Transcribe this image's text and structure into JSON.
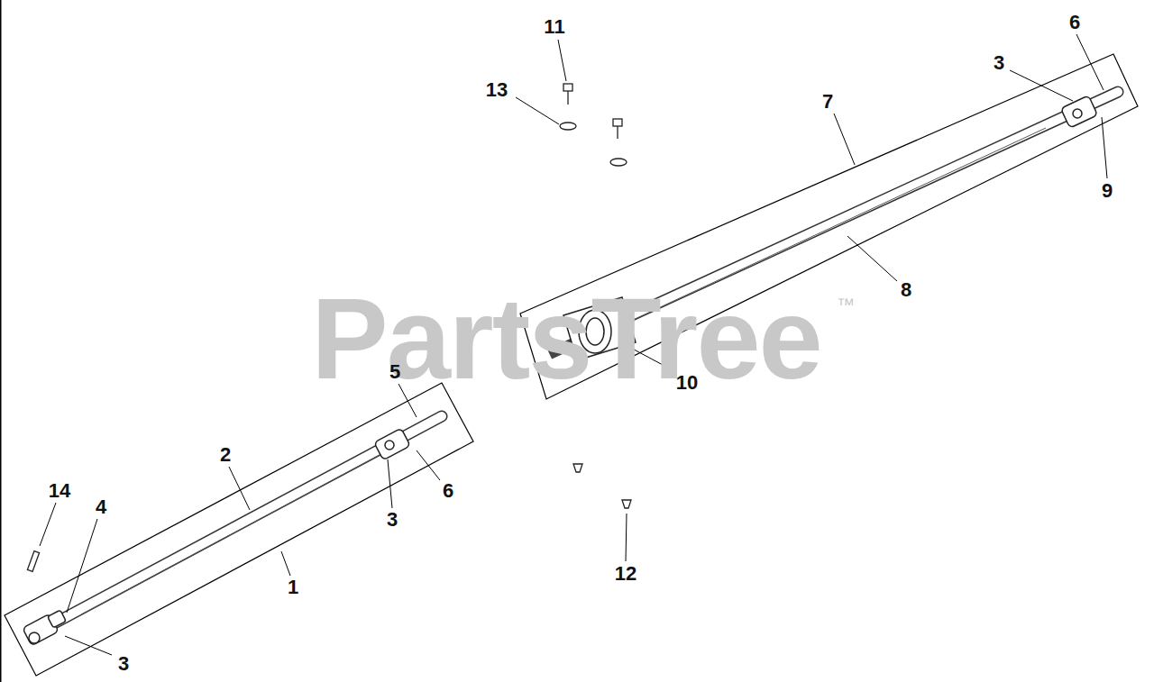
{
  "diagram": {
    "labels": [
      "6",
      "11",
      "3",
      "13",
      "7",
      "9",
      "8",
      "PartsTree",
      "™",
      "5",
      "10",
      "2",
      "6",
      "14",
      "4",
      "3",
      "12",
      "1",
      "3"
    ]
  }
}
